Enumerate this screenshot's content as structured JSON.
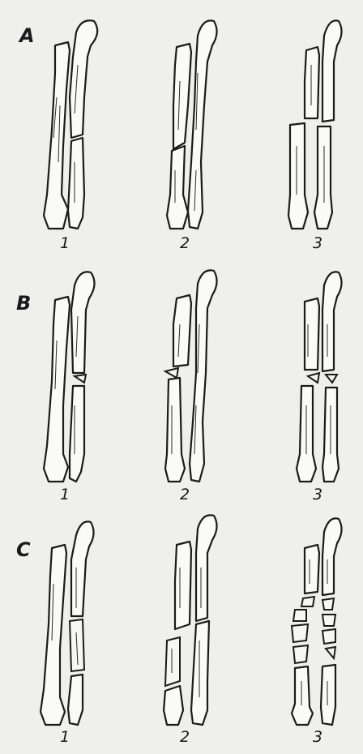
{
  "rows": [
    {
      "label": "A",
      "numbers": [
        "1",
        "2",
        "3"
      ]
    },
    {
      "label": "B",
      "numbers": [
        "1",
        "2",
        "3"
      ]
    },
    {
      "label": "C",
      "numbers": [
        "1",
        "2",
        "3"
      ]
    }
  ],
  "colors": {
    "ink": "#1b1b1b",
    "bone_fill": "#fafaf7",
    "paper": "#efefec"
  },
  "icons": [
    "forearm-bones-illustration"
  ]
}
